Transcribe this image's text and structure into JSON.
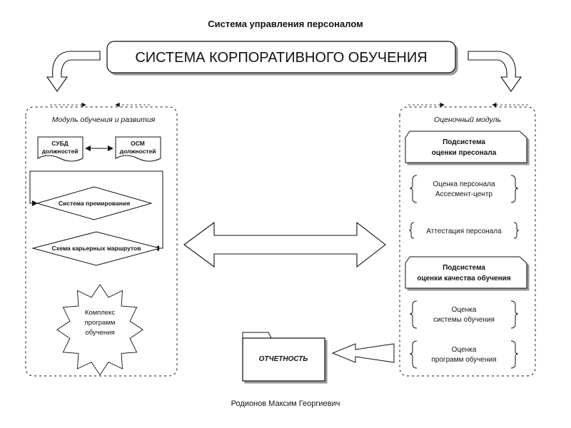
{
  "header": {
    "title": "Система управления персоналом",
    "main_banner": "СИСТЕМА КОРПОРАТИВНОГО ОБУЧЕНИЯ"
  },
  "left_module": {
    "title": "Модуль обучения и развития",
    "subd": [
      "СУБД",
      "должностей"
    ],
    "osm": [
      "ОСМ",
      "должностей"
    ],
    "bonus_system": "Система премирования",
    "career_scheme": "Схема карьерных маршрутов",
    "star": [
      "Комплекс",
      "программ",
      "обучения"
    ]
  },
  "right_module": {
    "title": "Оценочный модуль",
    "subsystem_1": [
      "Подсистема",
      "оценки пресонала"
    ],
    "assessment": [
      "Оценка персонала",
      "Ассесмент-центр"
    ],
    "attestation": "Аттестация персонала",
    "subsystem_2": [
      "Подсистема",
      "оценки качества обучения"
    ],
    "eval_system": [
      "Оценка",
      "системы обучения"
    ],
    "eval_programs": [
      "Оценка",
      "программ обучения"
    ]
  },
  "reporting": "ОТЧЕТНОСТЬ",
  "footer": {
    "author": "Родионов Максим Георгиевич"
  }
}
